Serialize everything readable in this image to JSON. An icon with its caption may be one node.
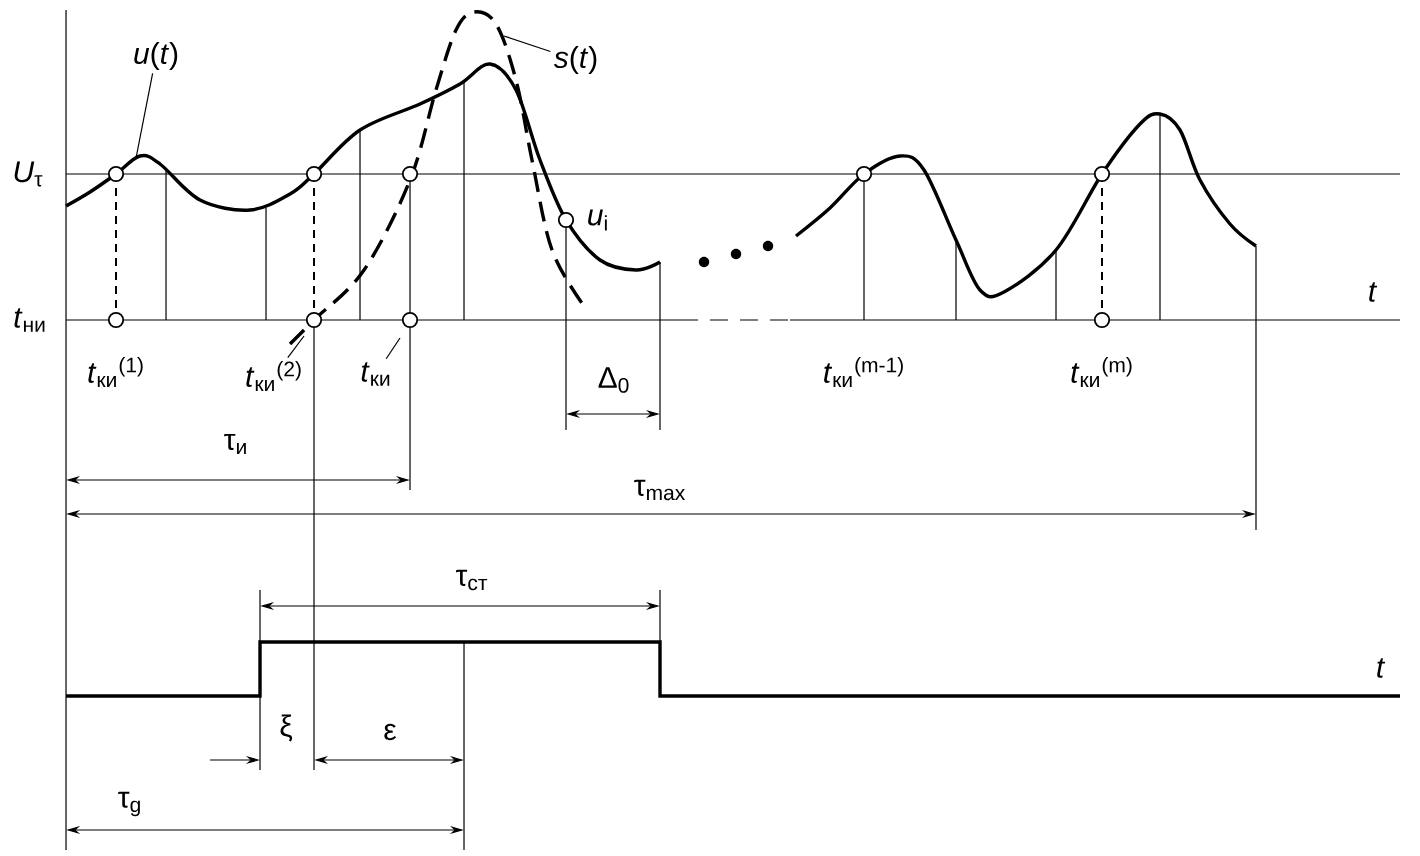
{
  "diagram": {
    "nodes": [
      {
        "text": [
          "*u*(*t*)"
        ]
      },
      {
        "text": [
          "*s*(*t*)"
        ]
      },
      {
        "text": [
          "*t*$_{ки}$$^{(2)}$"
        ]
      },
      {
        "text": [
          "*t*$_{ки}$"
        ]
      }
    ],
    "edges": [
      {
        "from": 0,
        "to": null,
        "arrow": "none"
      },
      {
        "from": 1,
        "to": null,
        "arrow": "none"
      },
      {
        "from": 2,
        "to": null,
        "arrow": "none"
      },
      {
        "from": 3,
        "to": null,
        "arrow": "none"
      }
    ],
    "labels": [
      "*U*$_{τ}$",
      "*t*$_{ни}$",
      "*t*$_{ки}$$^{(1)}$",
      "*u*$_{i}$",
      "Δ$_{0}$",
      "*t*$_{ки}$$^{(m-1)}$",
      "*t*$_{ки}$$^{(m)}$",
      "t",
      "τ$_{и}$",
      "τ$_{max}$",
      "τ$_{ст}$",
      "t",
      "ξ",
      "ε",
      "τ$_{g}$"
    ]
  }
}
